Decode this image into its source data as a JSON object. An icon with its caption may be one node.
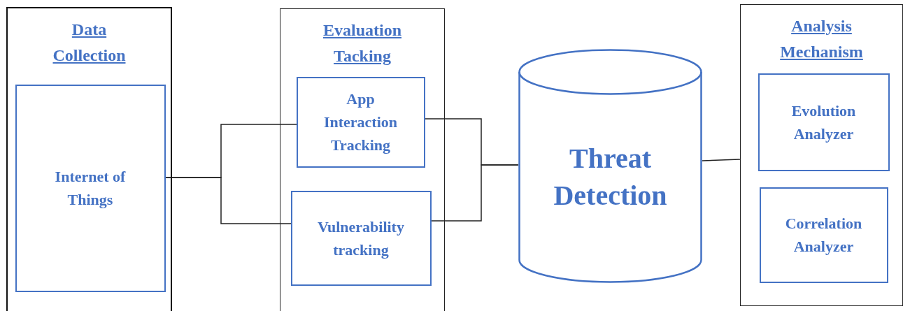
{
  "diagram": {
    "nodes": [
      {
        "text": [
          "Data Collection"
        ]
      },
      {
        "text": [
          "Internet of Things"
        ],
        "in": 0
      },
      {
        "text": [
          "Evaluation Tacking"
        ]
      },
      {
        "text": [
          "App Interaction Tracking"
        ],
        "in": 2
      },
      {
        "text": [
          "Vulnerability tracking"
        ],
        "in": 2
      },
      {
        "text": [
          "Threat Detection"
        ]
      },
      {
        "text": [
          "Analysis Mechanism"
        ]
      },
      {
        "text": [
          "Evolution Analyzer"
        ],
        "in": 6
      },
      {
        "text": [
          "Correlation Analyzer"
        ],
        "in": 6
      }
    ],
    "edges": [
      {
        "from": 1,
        "to": 3,
        "arrow": "none"
      },
      {
        "from": 1,
        "to": 4,
        "arrow": "none"
      },
      {
        "from": 3,
        "to": 5,
        "arrow": "none"
      },
      {
        "from": 4,
        "to": 5,
        "arrow": "none"
      },
      {
        "from": 5,
        "to": 6,
        "arrow": "none"
      }
    ]
  }
}
